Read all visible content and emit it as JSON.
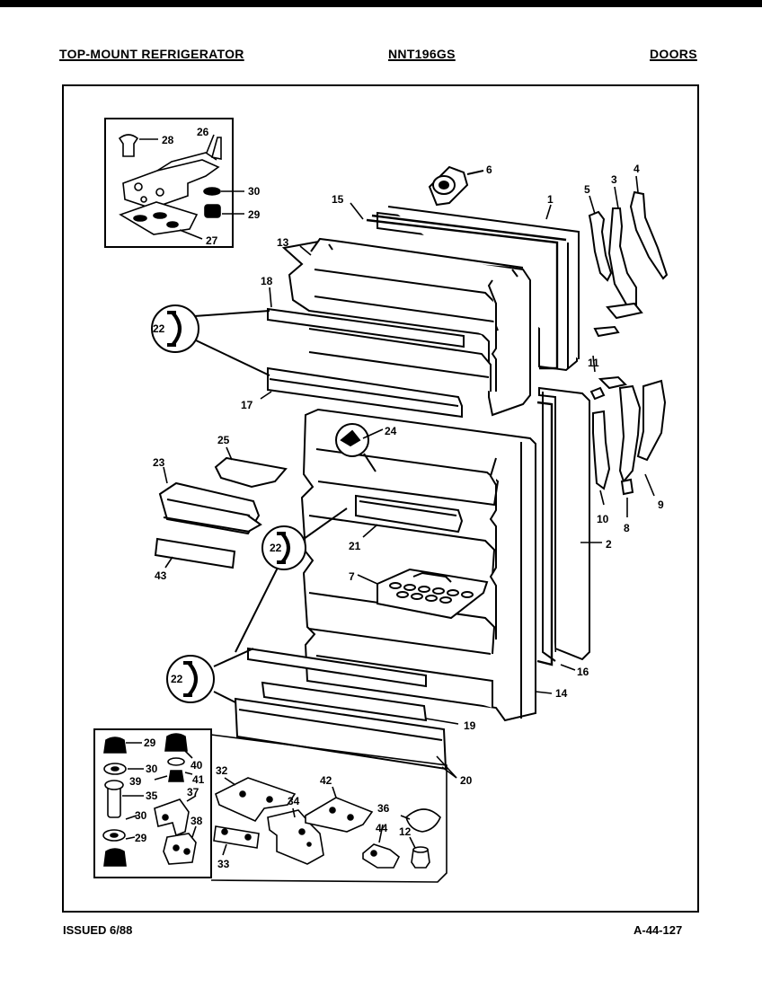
{
  "header": {
    "left": "TOP-MOUNT REFRIGERATOR",
    "center": "NNT196GS",
    "right": "DOORS"
  },
  "footer": {
    "left": "ISSUED 6/88",
    "right": "A-44-127"
  },
  "callouts": {
    "c1": "1",
    "c2": "2",
    "c3": "3",
    "c4": "4",
    "c5": "5",
    "c6": "6",
    "c7": "7",
    "c8": "8",
    "c9": "9",
    "c10": "10",
    "c11": "11",
    "c12": "12",
    "c13": "13",
    "c14": "14",
    "c15": "15",
    "c16": "16",
    "c17": "17",
    "c18": "18",
    "c19": "19",
    "c20": "20",
    "c21": "21",
    "c22a": "22",
    "c22b": "22",
    "c22c": "22",
    "c23": "23",
    "c24": "24",
    "c25": "25",
    "c26": "26",
    "c27": "27",
    "c28": "28",
    "c29a": "29",
    "c29b": "29",
    "c29c": "29",
    "c30a": "30",
    "c30b": "30",
    "c30c": "30",
    "c32": "32",
    "c33": "33",
    "c34": "34",
    "c35": "35",
    "c36": "36",
    "c37": "37",
    "c38": "38",
    "c39": "39",
    "c40": "40",
    "c41": "41",
    "c42": "42",
    "c43": "43",
    "c44": "44"
  }
}
